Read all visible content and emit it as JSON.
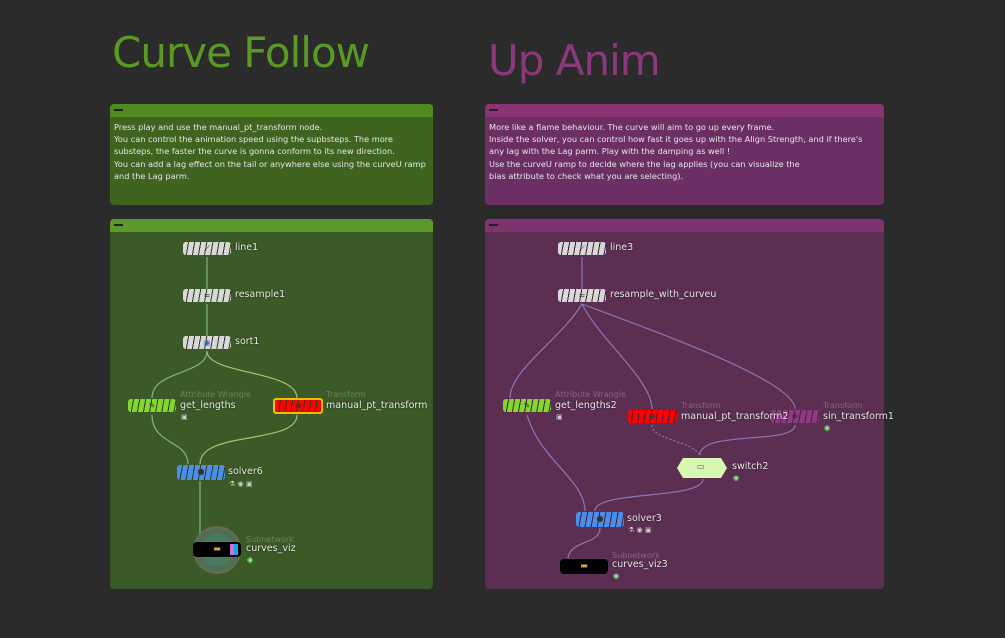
{
  "titles": {
    "left": "Curve Follow",
    "right": "Up Anim"
  },
  "colors": {
    "green_title": "#5a9a24",
    "purple_title": "#8a3a7a"
  },
  "notes": {
    "left": "Press play and use the manual_pt_transform node.\nYou can control the animation speed using the supbsteps. The more\nsubsteps, the faster the curve is gonna conform to its new direction.\nYou can add a lag effect on the tail or anywhere else using the curveU ramp\nand the Lag parm.",
    "right": "More like a flame behaviour. The curve will aim to go up every frame.\nInside the solver, you can control how fast it goes up with the Align Strength, and if there's\nany lag with the Lag parm. Play with the damping as well !\nUse the curveU ramp to decide where the lag applies (you can visualize the\nbias attribute to check what you are selecting)."
  },
  "left_nodes": {
    "line": "line1",
    "resample": "resample1",
    "sort": "sort1",
    "wrangle_type": "Attribute Wrangle",
    "wrangle": "get_lengths",
    "xform_type": "Transform",
    "xform": "manual_pt_transform",
    "solver": "solver6",
    "subnet_type": "Subnetwork",
    "subnet": "curves_viz"
  },
  "right_nodes": {
    "line": "line3",
    "resample": "resample_with_curveu",
    "wrangle_type": "Attribute Wrangle",
    "wrangle": "get_lengths2",
    "xform_type": "Transform",
    "xform": "manual_pt_transform2",
    "sin_type": "Transform",
    "sin": "sin_transform1",
    "switch": "switch2",
    "solver": "solver3",
    "subnet_type": "Subnetwork",
    "subnet": "curves_viz3"
  }
}
